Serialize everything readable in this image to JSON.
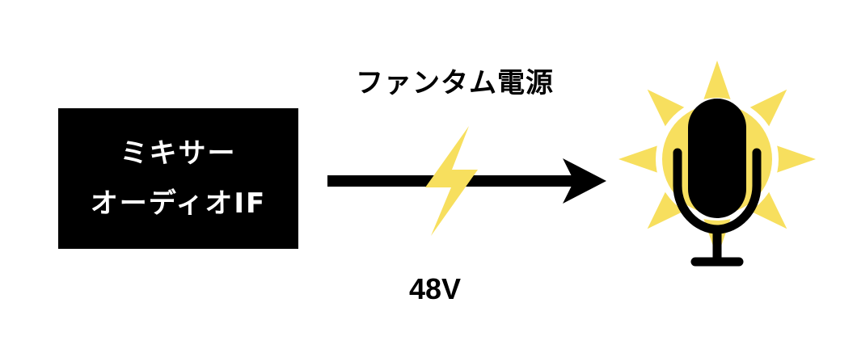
{
  "source_box": {
    "line1": "ミキサー",
    "line2": "オーディオIF"
  },
  "connection": {
    "title": "ファンタム電源",
    "voltage": "48V"
  },
  "icons": {
    "bolt": "lightning-bolt-icon",
    "microphone": "microphone-icon",
    "sunburst": "sunburst-icon"
  },
  "colors": {
    "box": "#000000",
    "box_text": "#ffffff",
    "arrow": "#000000",
    "accent_yellow": "#f7df5e",
    "microphone": "#000000"
  }
}
